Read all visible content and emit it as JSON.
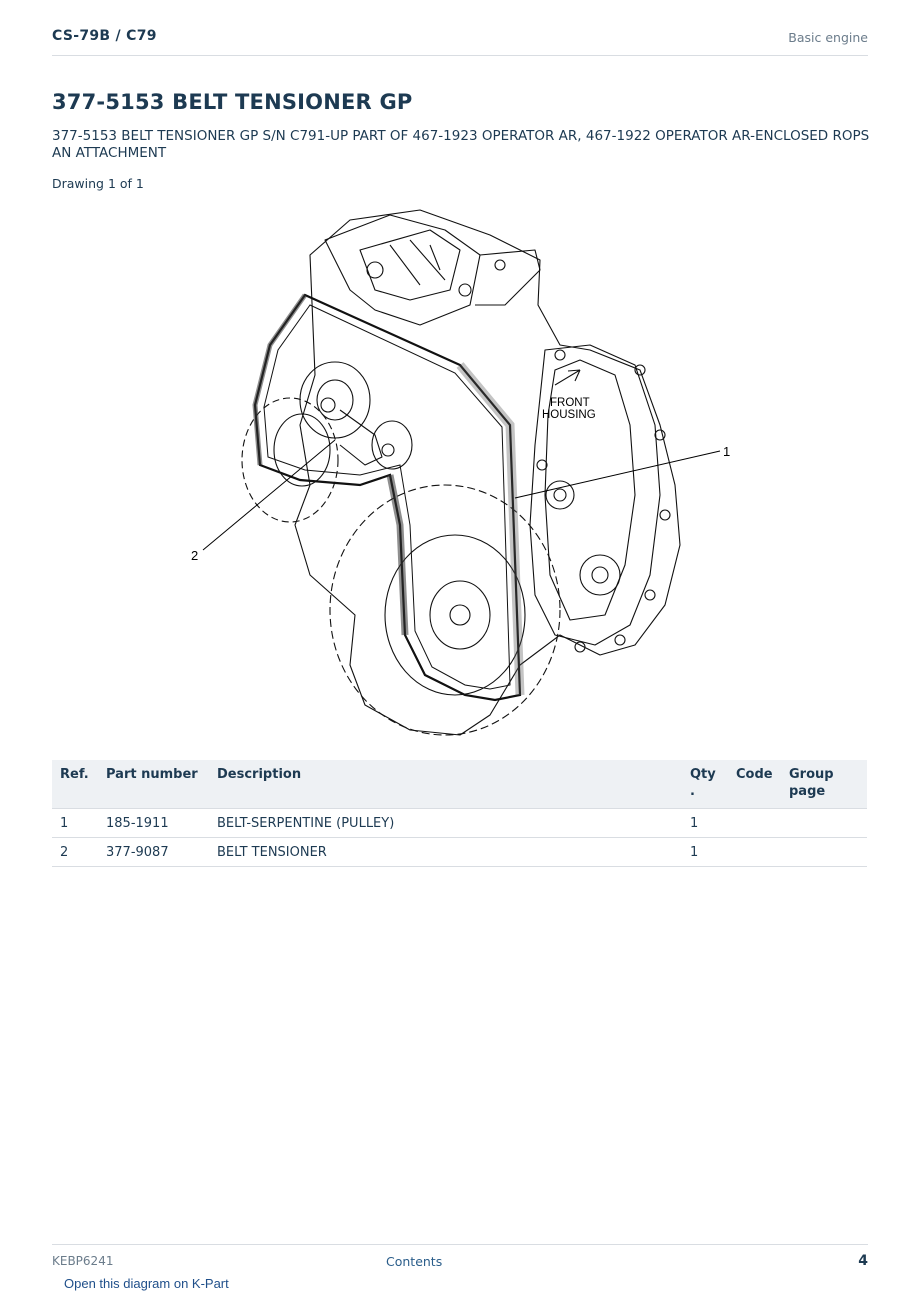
{
  "header": {
    "model": "CS-79B  /  C79",
    "section": "Basic engine"
  },
  "title": "377-5153 BELT TENSIONER GP",
  "subtitle": "377-5153 BELT TENSIONER GP S/N C791-UP PART OF 467-1923 OPERATOR AR, 467-1922 OPERATOR AR-ENCLOSED ROPS AN ATTACHMENT",
  "drawing_count": "Drawing 1 of 1",
  "drawing": {
    "label_front": "FRONT",
    "label_housing": "HOUSING",
    "callouts": [
      "1",
      "2"
    ]
  },
  "table": {
    "headers": {
      "ref": "Ref.",
      "part_number": "Part number",
      "description": "Description",
      "qty": "Qty .",
      "code": "Code",
      "group_page": "Group page"
    },
    "rows": [
      {
        "ref": "1",
        "part_number": "185-1911",
        "description": "BELT-SERPENTINE (PULLEY)",
        "qty": "1",
        "code": "",
        "group_page": ""
      },
      {
        "ref": "2",
        "part_number": "377-9087",
        "description": "BELT TENSIONER",
        "qty": "1",
        "code": "",
        "group_page": ""
      }
    ]
  },
  "footer": {
    "doc_id": "KEBP6241",
    "contents_link": "Contents",
    "page_number": "4",
    "kpart_link": "Open this diagram on K-Part"
  }
}
